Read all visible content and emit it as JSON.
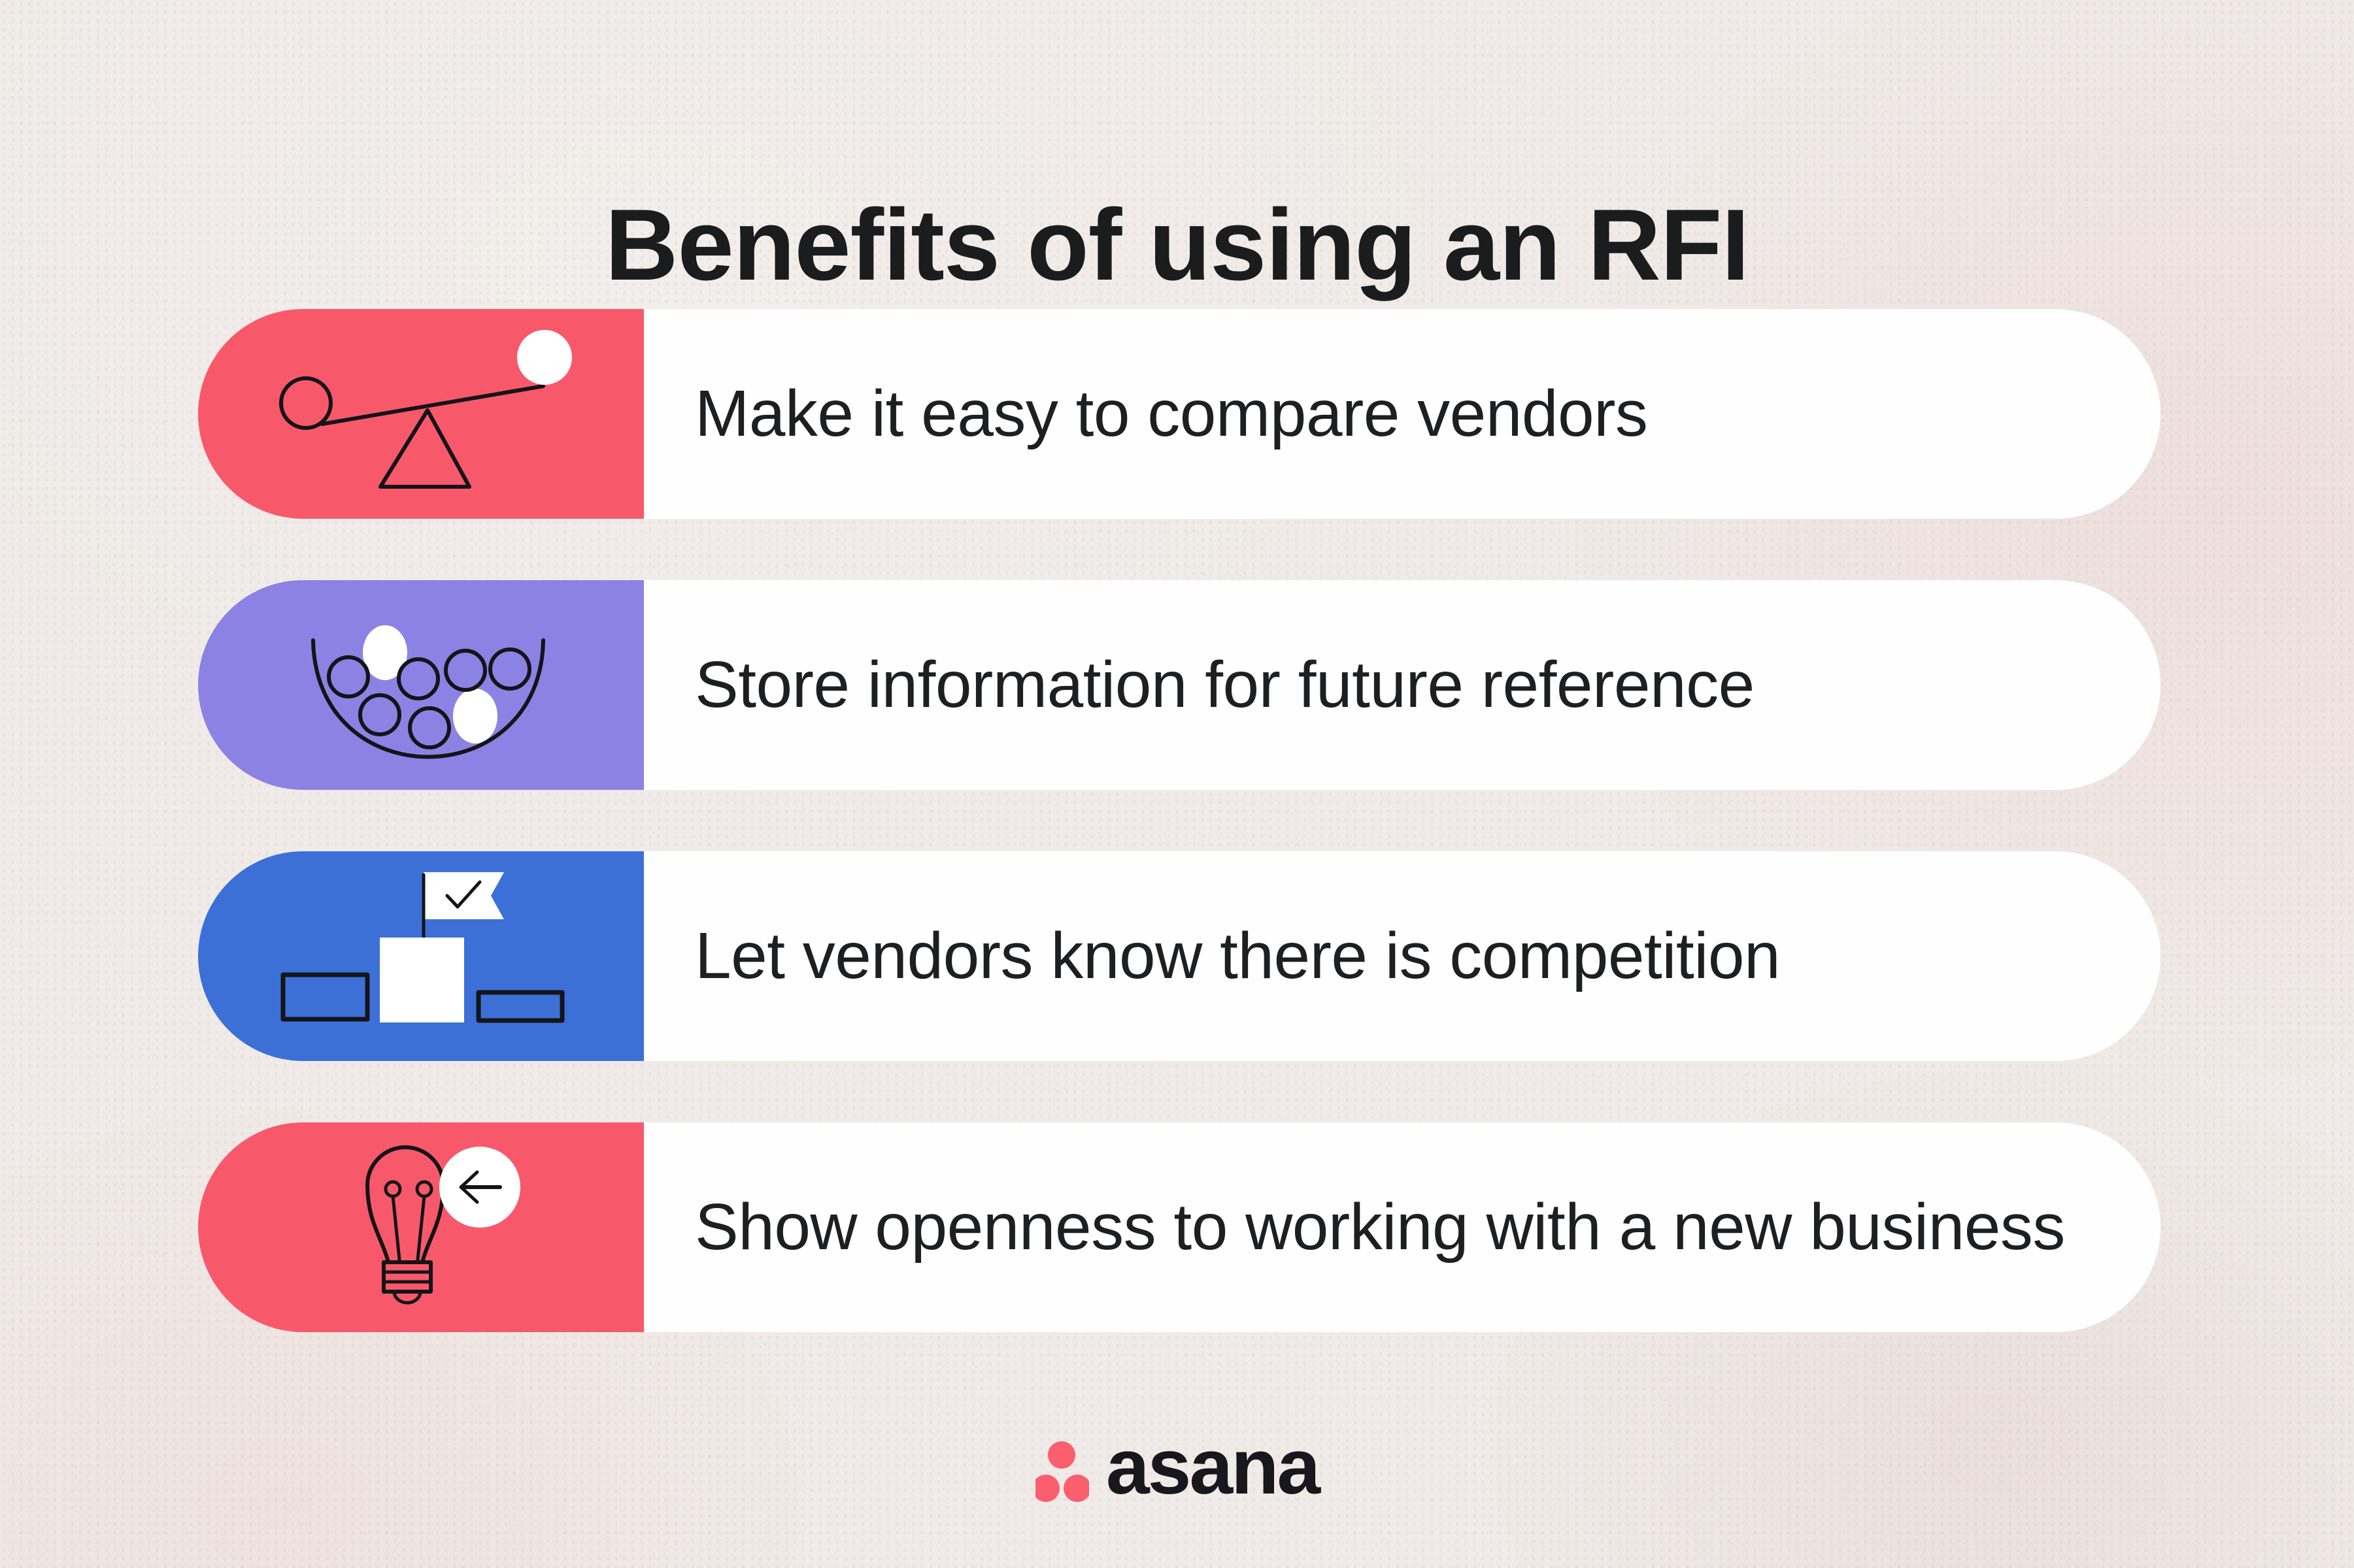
{
  "title": "Benefits of using an RFI",
  "rows": [
    {
      "label": "Make it easy to compare vendors",
      "icon": "balance-scale-icon",
      "color": "#F8596A"
    },
    {
      "label": "Store information for future reference",
      "icon": "bowl-of-balls-icon",
      "color": "#8C82E3"
    },
    {
      "label": "Let vendors know there is competition",
      "icon": "podium-first-place-icon",
      "color": "#3C70D6"
    },
    {
      "label": "Show openness to working with a new business",
      "icon": "lightbulb-idea-icon",
      "color": "#F8596A"
    }
  ],
  "logo": {
    "wordmark": "asana",
    "dot_color": "#FB5E6C"
  },
  "colors": {
    "background": "#F0EBE8",
    "pill_white": "#FFFEFE",
    "text": "#1E1F21",
    "title_text": "#1B1C1E",
    "icon_stroke": "#141419",
    "red": "#F8596A",
    "purple": "#8C82E3",
    "blue": "#3C70D6",
    "logo_coral": "#FB5E6C"
  }
}
